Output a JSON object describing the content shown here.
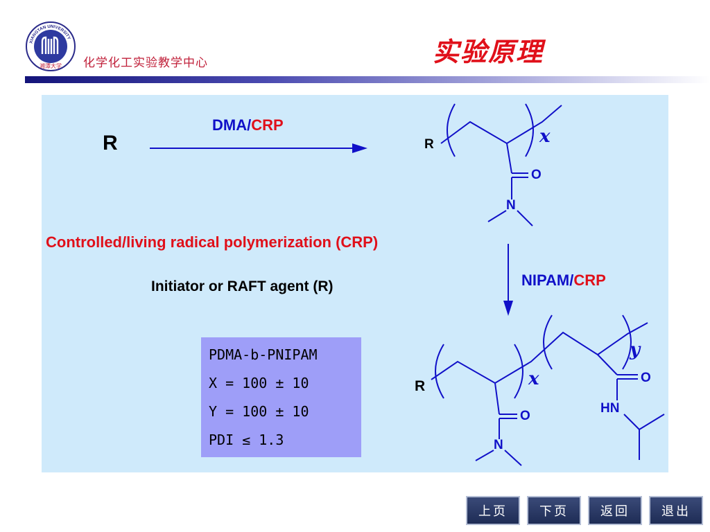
{
  "header": {
    "logo_text_ring": "XIANGTAN UNIVERSITY",
    "logo_text_cn": "湘潭大学",
    "org_name": "化学化工实验教学中心",
    "title": "实验原理"
  },
  "scheme": {
    "initiator_symbol": "R",
    "step1": {
      "monomer": "DMA",
      "separator": "/",
      "method": "CRP"
    },
    "step2": {
      "monomer": "NIPAM",
      "separator": "/",
      "method": "CRP"
    },
    "crp_full_name": "Controlled/living radical polymerization (CRP)",
    "initiator_desc": "Initiator or RAFT agent (R)",
    "atoms": {
      "R": "R",
      "O": "O",
      "N": "N",
      "HN": "HN"
    },
    "repeat_x": "x",
    "repeat_y": "y"
  },
  "infobox": {
    "line1": "PDMA-b-PNIPAM",
    "line2": "X = 100 ± 10",
    "line3": "Y = 100 ± 10",
    "line4": "PDI ≤ 1.3"
  },
  "nav": {
    "prev": "上页",
    "next": "下页",
    "back": "返回",
    "exit": "退出"
  },
  "colors": {
    "title_red": "#e0101a",
    "structure_blue": "#1010c8",
    "panel_bg": "#cfeafb",
    "infobox_bg": "#9e9ef8"
  }
}
